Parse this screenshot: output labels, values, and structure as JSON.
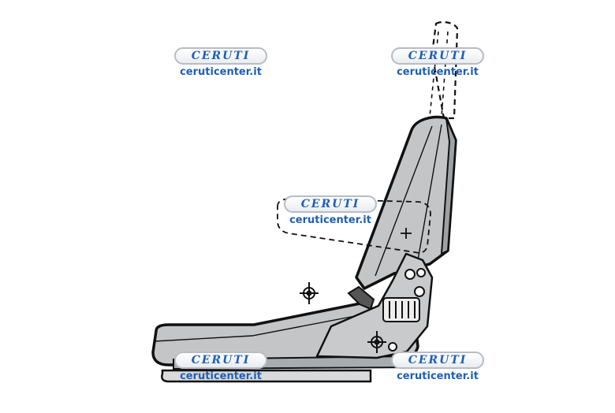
{
  "watermark": {
    "brand": "CERUTI",
    "url": "ceruticenter.it"
  },
  "colors": {
    "seat_fill": "#c3c5c7",
    "outline": "#111111",
    "background": "#ffffff",
    "brand_blue": "#1f5fb4"
  },
  "diagram": {
    "subject": "seat-side-view",
    "markers": [
      "reference-point-crosshair",
      "backrest-pivot-crosshair",
      "headrest-outline-dashed",
      "armrest-outline-dashed"
    ]
  }
}
